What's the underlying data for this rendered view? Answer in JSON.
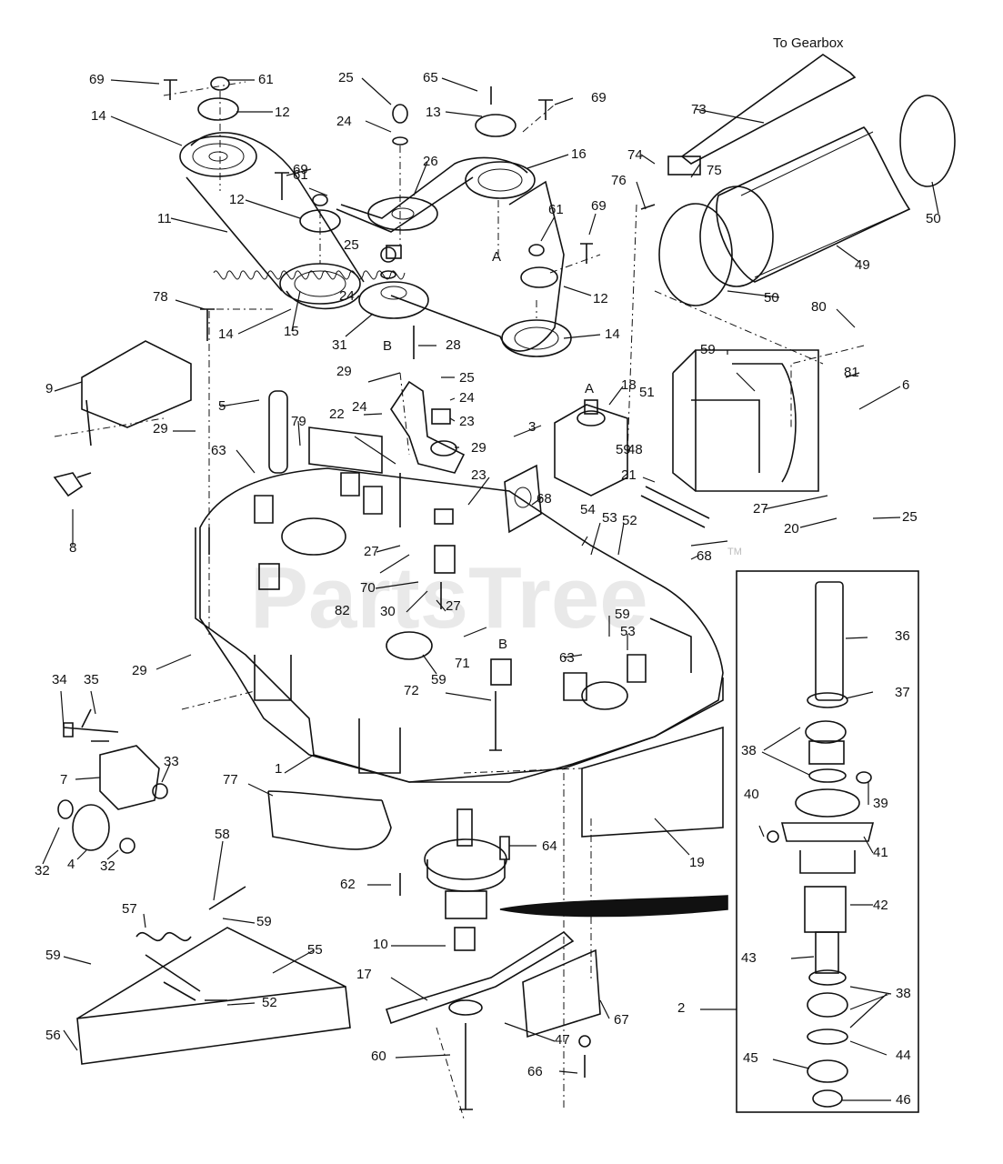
{
  "diagram": {
    "watermark": "PartsTree",
    "watermark_tm": "TM",
    "to_gearbox": "To Gearbox",
    "letters": [
      "A",
      "A",
      "B",
      "B"
    ],
    "callouts": [
      "69",
      "61",
      "12",
      "14",
      "69",
      "61",
      "12",
      "11",
      "25",
      "24",
      "26",
      "25",
      "24",
      "31",
      "65",
      "13",
      "69",
      "16",
      "61",
      "69",
      "12",
      "14",
      "74",
      "75",
      "73",
      "76",
      "50",
      "49",
      "50",
      "78",
      "14",
      "15",
      "28",
      "9",
      "29",
      "5",
      "79",
      "63",
      "8",
      "29",
      "22",
      "24",
      "25",
      "24",
      "23",
      "29",
      "23",
      "27",
      "70",
      "82",
      "30",
      "27",
      "59",
      "71",
      "29",
      "34",
      "35",
      "7",
      "33",
      "32",
      "4",
      "32",
      "1",
      "72",
      "77",
      "58",
      "57",
      "59",
      "59",
      "55",
      "56",
      "52",
      "10",
      "17",
      "62",
      "64",
      "60",
      "47",
      "66",
      "67",
      "19",
      "18",
      "3",
      "68",
      "21",
      "48",
      "59",
      "51",
      "59",
      "80",
      "81",
      "6",
      "27",
      "20",
      "25",
      "54",
      "53",
      "52",
      "68",
      "59",
      "53",
      "63",
      "36",
      "37",
      "38",
      "39",
      "40",
      "41",
      "42",
      "43",
      "38",
      "2",
      "44",
      "45",
      "46"
    ]
  }
}
